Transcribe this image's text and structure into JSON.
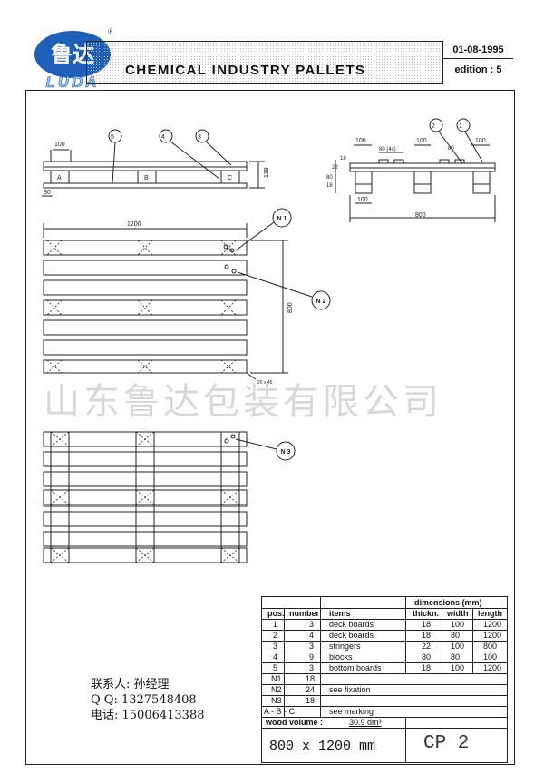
{
  "logo": {
    "cn": "鲁达",
    "en": "LUDA",
    "reg": "®"
  },
  "header": {
    "title": "CHEMICAL  INDUSTRY  PALLETS",
    "date": "01-08-1995",
    "edition": "edition : 5"
  },
  "drawing": {
    "side_view": {
      "callouts": [
        "5",
        "4",
        "3"
      ],
      "blocks": [
        "A",
        "B",
        "C"
      ],
      "dims": {
        "top": "100",
        "height": "138",
        "bottom": "80"
      }
    },
    "front_view": {
      "callouts": [
        "2",
        "1"
      ],
      "dims": {
        "d1": "100",
        "d2": "80 (4x)",
        "d3": "100",
        "d4": "80",
        "d5": "100",
        "h1": "22",
        "h2": "18",
        "h3": "80",
        "h4": "18",
        "b1": "100",
        "width": "800"
      }
    },
    "top_view": {
      "length": "1200",
      "depth": "800",
      "chamfer": "20 x 45",
      "callouts": [
        "N 1",
        "N 2"
      ]
    },
    "bottom_view": {
      "callouts": [
        "N 3"
      ]
    }
  },
  "watermark": "山东鲁达包装有限公司",
  "contact": {
    "person": "联系人: 孙经理",
    "qq": "Q Q:  1327548408",
    "phone": "电话: 15006413388"
  },
  "table": {
    "dimensions_header": "dimensions (mm)",
    "columns": [
      "pos.",
      "number",
      "items",
      "thickn.",
      "width",
      "length"
    ],
    "rows": [
      {
        "pos": "1",
        "number": "3",
        "item": "deck boards",
        "thickn": "18",
        "width": "100",
        "length": "1200"
      },
      {
        "pos": "2",
        "number": "4",
        "item": "deck boards",
        "thickn": "18",
        "width": "80",
        "length": "1200"
      },
      {
        "pos": "3",
        "number": "3",
        "item": "stringers",
        "thickn": "22",
        "width": "100",
        "length": "800"
      },
      {
        "pos": "4",
        "number": "9",
        "item": "blocks",
        "thickn": "80",
        "width": "80",
        "length": "100"
      },
      {
        "pos": "5",
        "number": "3",
        "item": "bottom boards",
        "thickn": "18",
        "width": "100",
        "length": "1200"
      }
    ],
    "nails": [
      {
        "pos": "N1",
        "number": "18"
      },
      {
        "pos": "N2",
        "number": "24",
        "note": "see fixation"
      },
      {
        "pos": "N3",
        "number": "18"
      }
    ],
    "marking": {
      "pos": "A - B - C",
      "note": "see marking"
    },
    "wood_volume_label": "wood volume :",
    "wood_volume_value": "30.9 dm³",
    "size": "800 x 1200  mm",
    "code": "CP 2"
  }
}
